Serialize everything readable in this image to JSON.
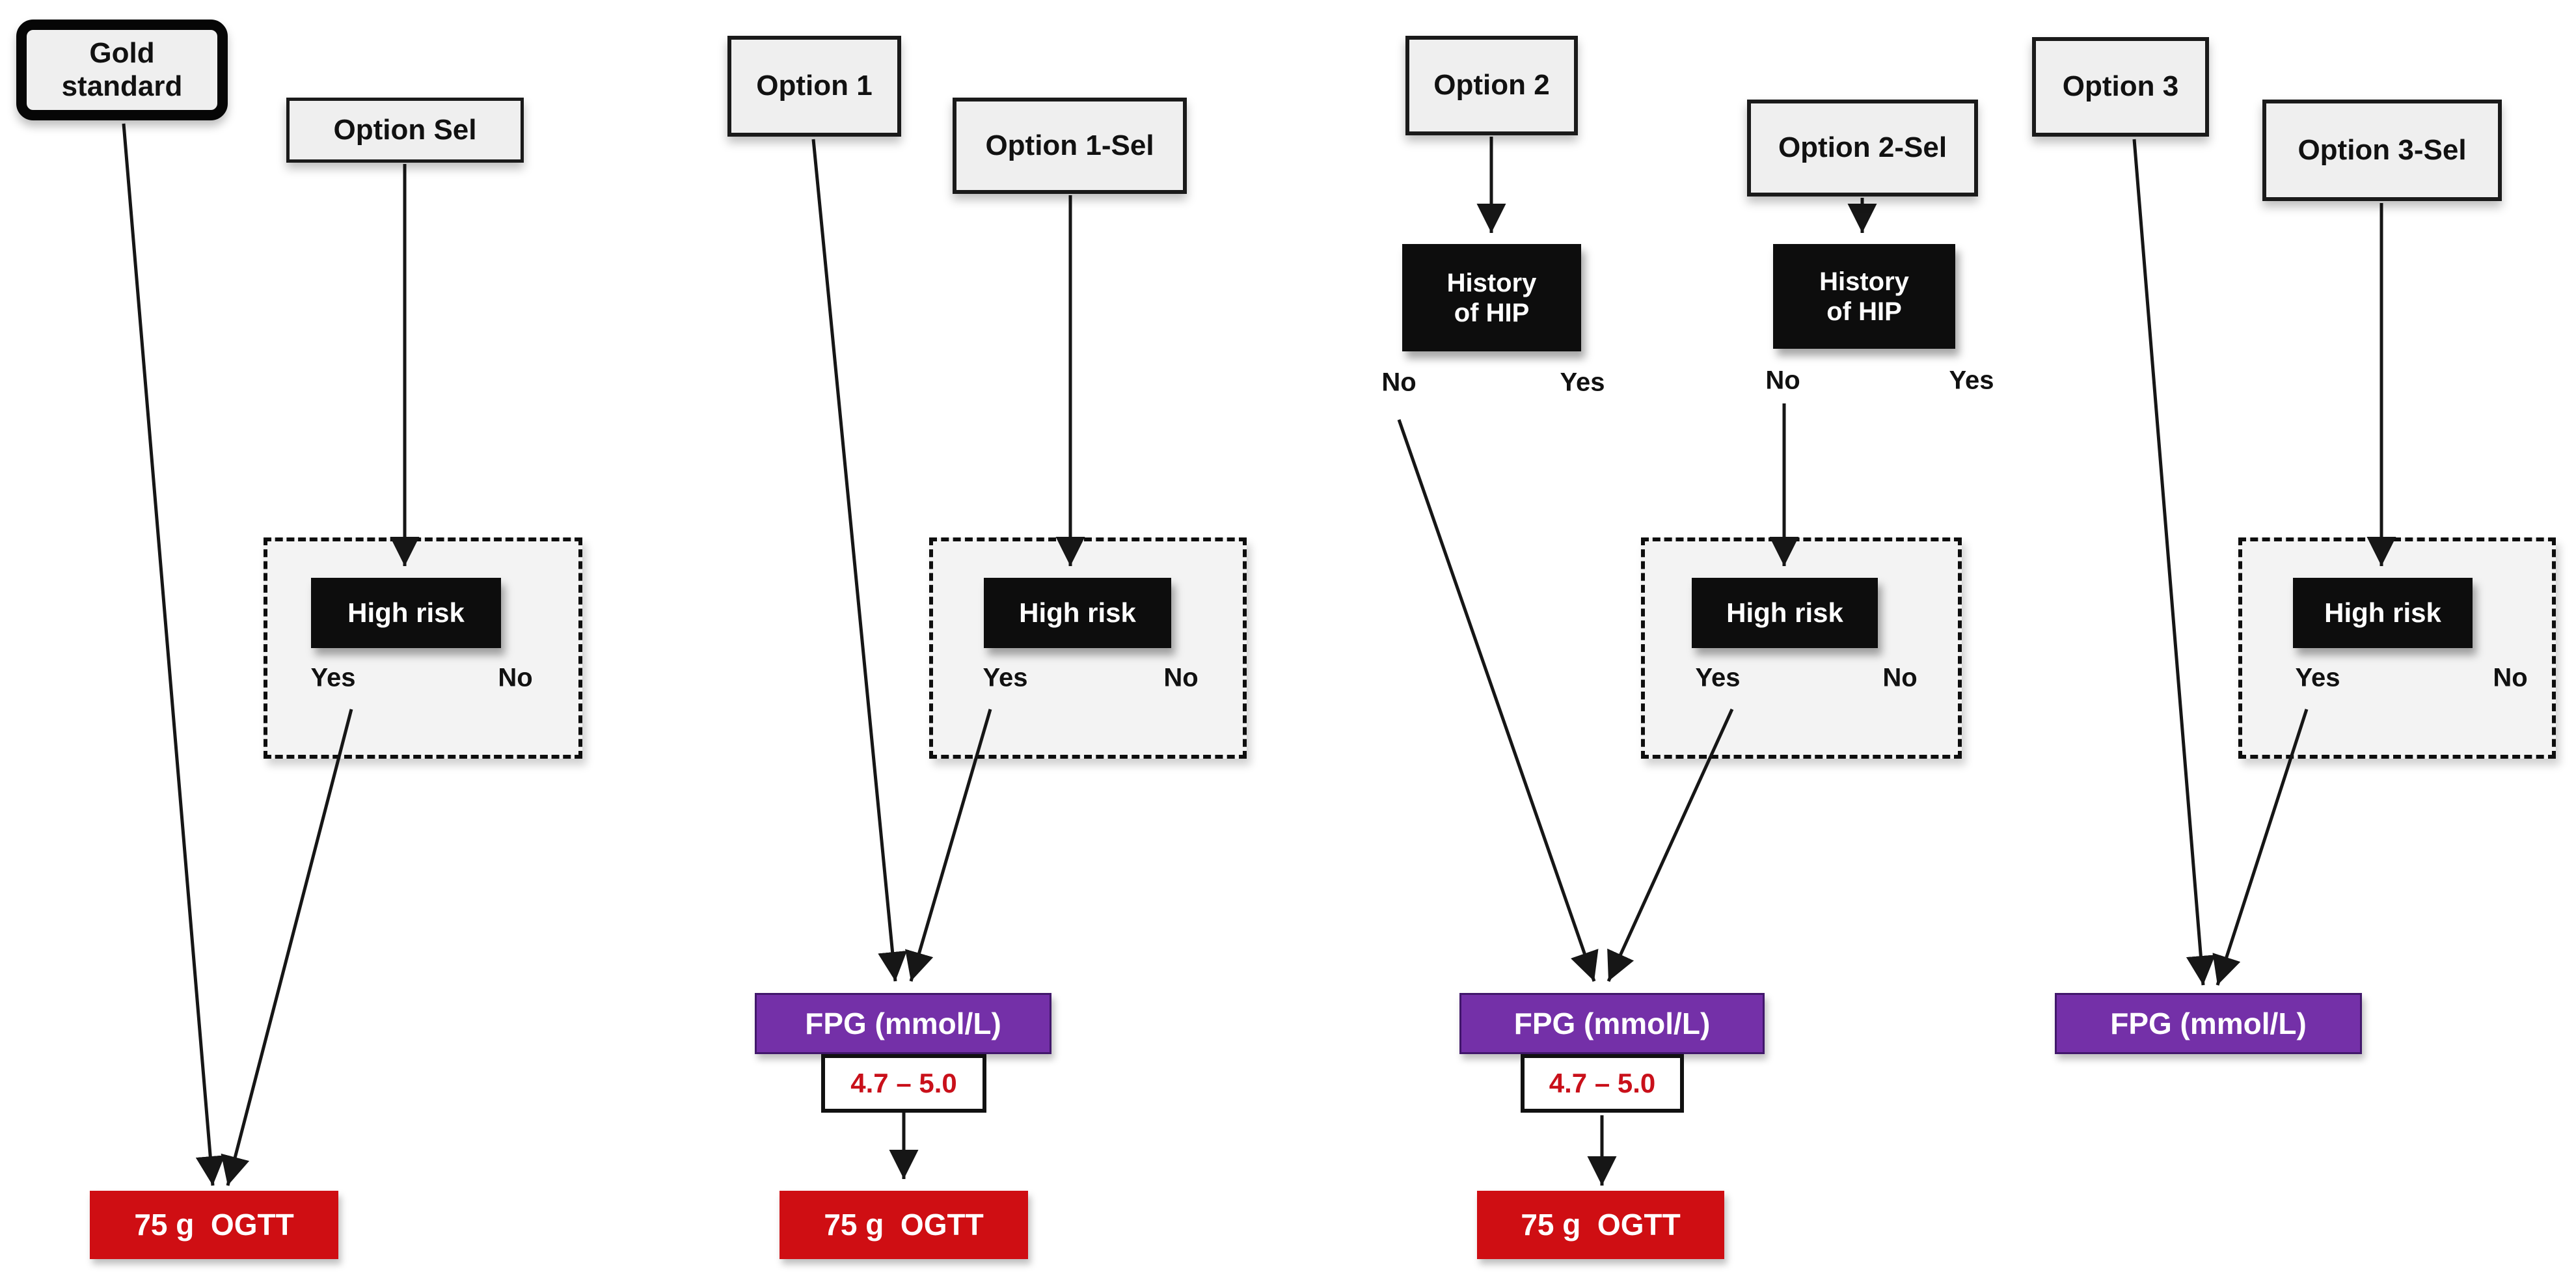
{
  "figure": {
    "type": "flow-diagram",
    "description_colors": {
      "option_box_fill": "#EFEFEF",
      "high_risk_fill": "#0D0D0D",
      "fpg_fill": "#7430A8",
      "ogtt_fill": "#CF0E13",
      "range_text": "#C9101A",
      "dashed_zone_fill": "#F3F3F3"
    }
  },
  "pathways": [
    {
      "name": "gold-standard",
      "primary": "Gold\nstandard",
      "selective": "Option Sel",
      "high_risk": "High risk",
      "yes": "Yes",
      "no": "No",
      "ogtt": "75 g  OGTT"
    },
    {
      "name": "option-1",
      "primary": "Option 1",
      "selective": "Option 1-Sel",
      "high_risk": "High risk",
      "yes": "Yes",
      "no": "No",
      "fpg": "FPG (mmol/L)",
      "range": "4.7 – 5.0",
      "ogtt": "75 g  OGTT"
    },
    {
      "name": "option-2",
      "primary": "Option 2",
      "selective": "Option 2-Sel",
      "history": "History\nof HIP",
      "history_no": "No",
      "history_yes": "Yes",
      "history_sel": "History\nof HIP",
      "history_sel_no": "No",
      "history_sel_yes": "Yes",
      "high_risk": "High risk",
      "yes": "Yes",
      "no": "No",
      "fpg": "FPG (mmol/L)",
      "range": "4.7 – 5.0",
      "ogtt": "75 g  OGTT"
    },
    {
      "name": "option-3",
      "primary": "Option 3",
      "selective": "Option 3-Sel",
      "high_risk": "High risk",
      "yes": "Yes",
      "no": "No",
      "fpg": "FPG (mmol/L)"
    }
  ]
}
